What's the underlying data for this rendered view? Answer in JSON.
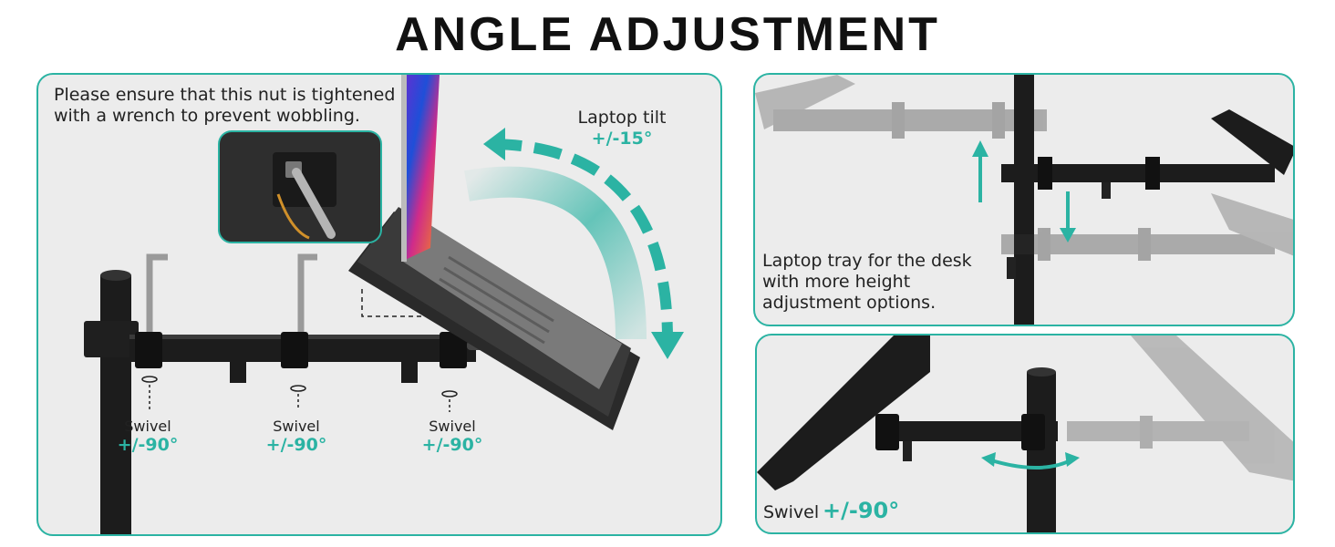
{
  "title": "ANGLE ADJUSTMENT",
  "main": {
    "nut_note": "Please ensure that this nut is tightened with a wrench to prevent wobbling.",
    "tilt_label": "Laptop tilt",
    "tilt_value": "+/-15°",
    "swivels": [
      {
        "label": "Swivel",
        "value": "+/-90°"
      },
      {
        "label": "Swivel",
        "value": "+/-90°"
      },
      {
        "label": "Swivel",
        "value": "+/-90°"
      }
    ]
  },
  "height_panel": {
    "note": "Laptop tray for the desk with more height adjustment options."
  },
  "swivel_panel": {
    "label": "Swivel",
    "value": "+/-90°"
  },
  "colors": {
    "accent": "#2bb3a3",
    "panel_bg": "#ececec",
    "hardware": "#1c1c1c"
  }
}
